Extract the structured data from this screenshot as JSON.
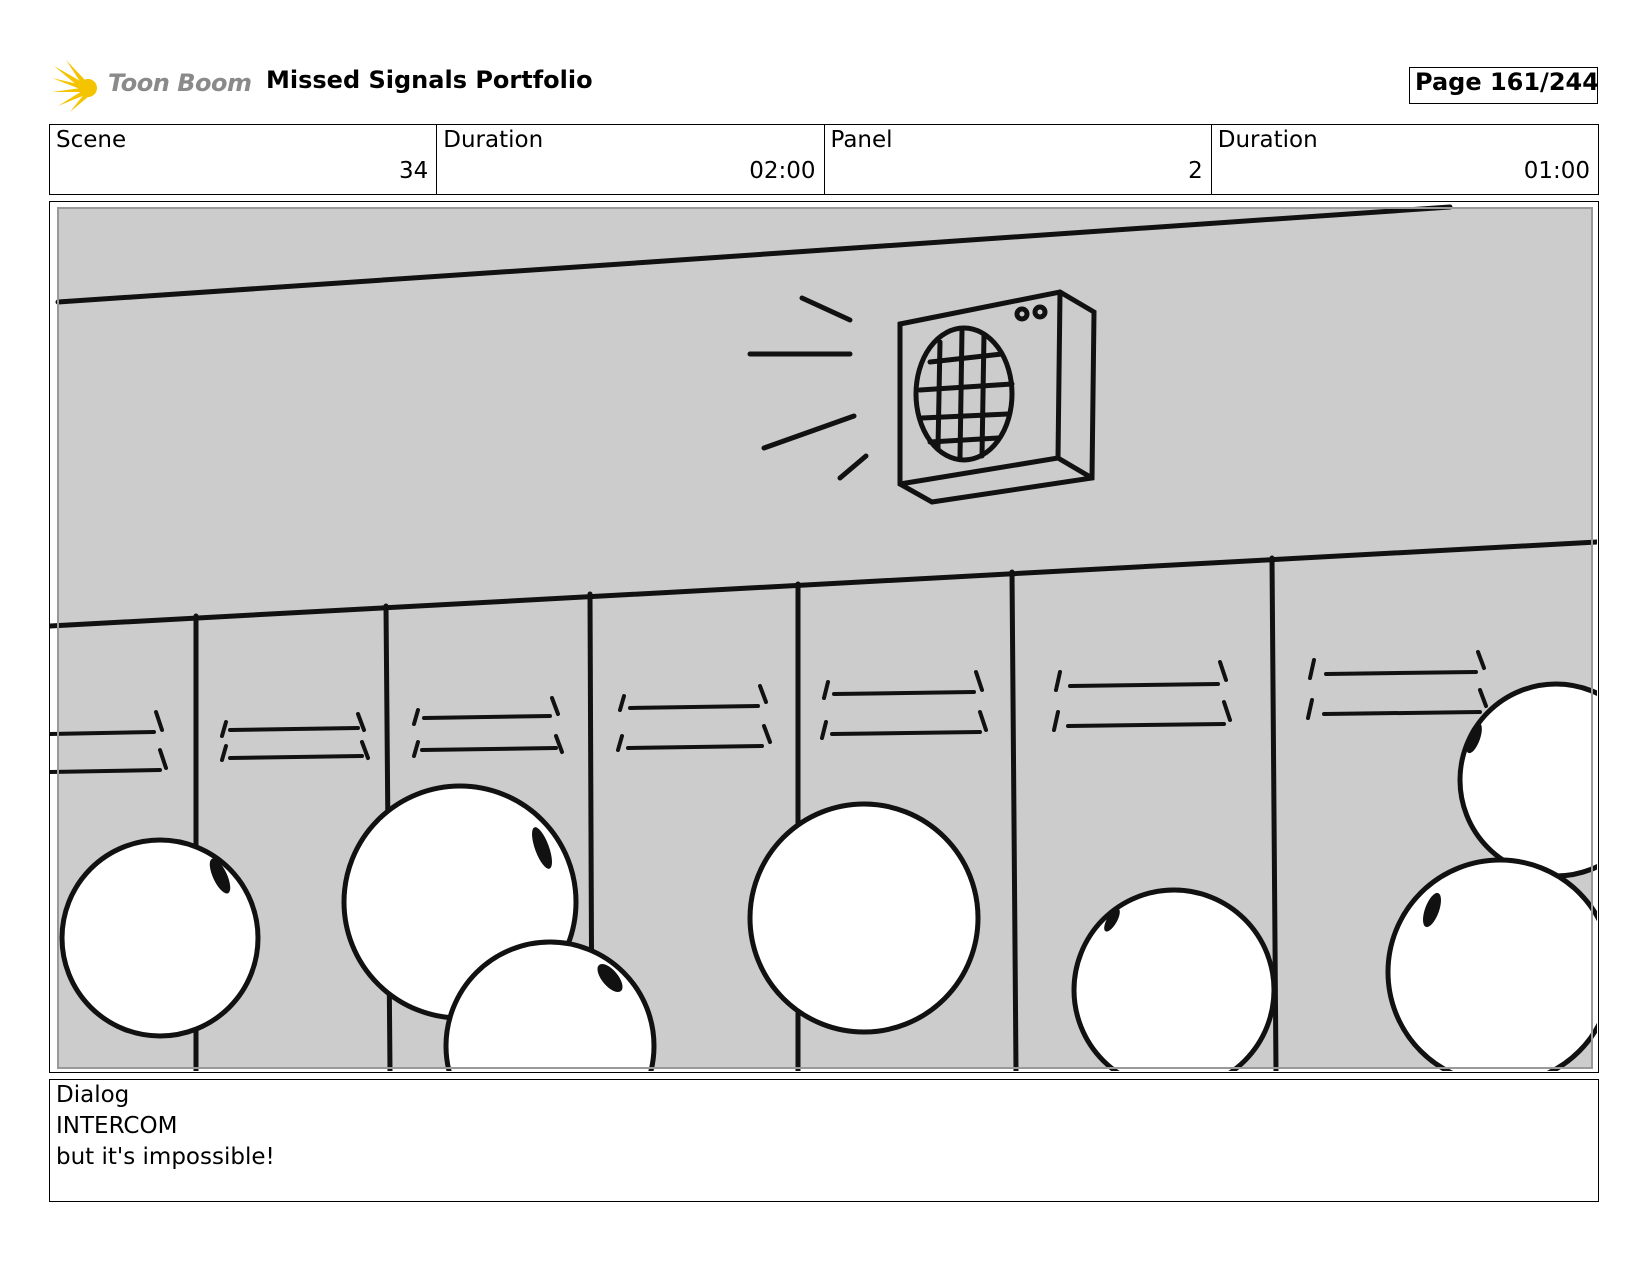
{
  "header": {
    "logo_text": "Toon Boom",
    "title": "Missed Signals Portfolio",
    "page": "Page 161/244"
  },
  "info": {
    "scene_label": "Scene",
    "scene_value": "34",
    "scene_duration_label": "Duration",
    "scene_duration_value": "02:00",
    "panel_label": "Panel",
    "panel_value": "2",
    "panel_duration_label": "Duration",
    "panel_duration_value": "01:00"
  },
  "panel_image": {
    "subject": "school hallway lockers with wall intercom speaker and round characters",
    "colors": {
      "background": "#cccccc",
      "lines": "#111111",
      "fill": "#ffffff"
    }
  },
  "dialog": {
    "label": "Dialog",
    "character": "INTERCOM",
    "line": "but it's impossible!"
  },
  "icons": {
    "logo": "toon-boom-sunburst-icon"
  }
}
